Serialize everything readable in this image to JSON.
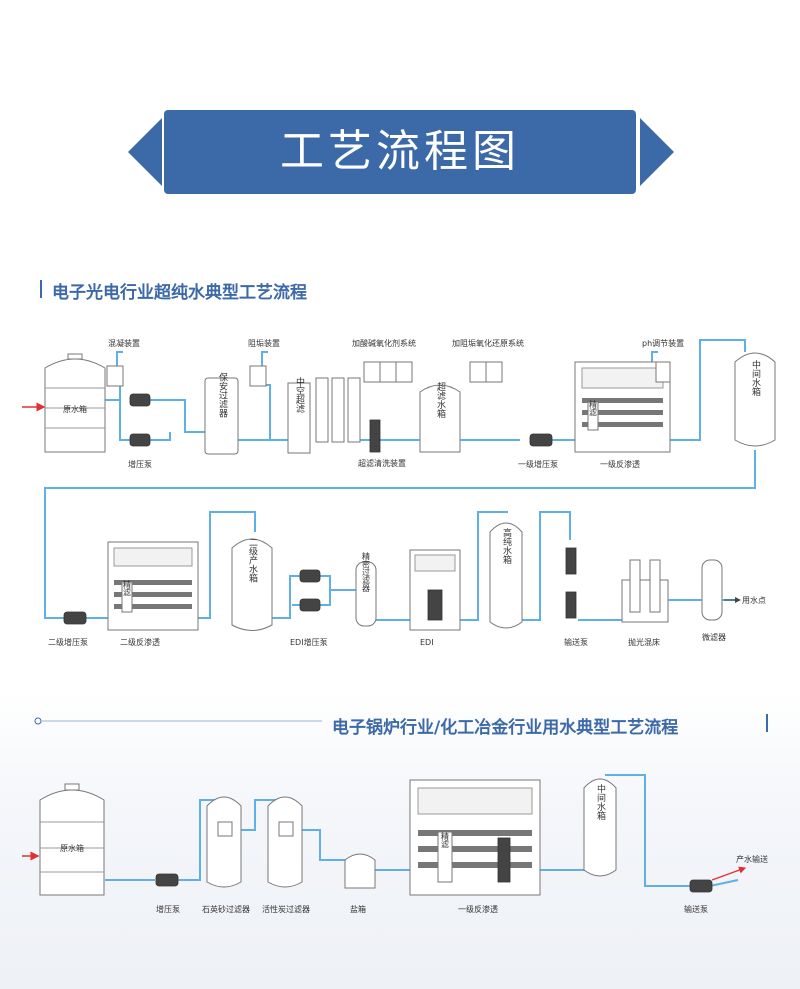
{
  "header": {
    "title": "工艺流程图"
  },
  "section1": {
    "title": "电子光电行业超纯水典型工艺流程",
    "labels": {
      "raw_tank": "原水箱",
      "coag": "混凝装置",
      "booster": "增压泵",
      "security_filter": "保安过滤器",
      "scale_device": "阻垢装置",
      "hollow_uf": "中空超滤",
      "uf_clean": "超滤清洗装置",
      "acid_alkali": "加酸碱氧化剂系统",
      "scale_reduce": "加阻垢氧化还原系统",
      "uf_tank": "超滤水箱",
      "pump1": "一级增压泵",
      "ro1": "一级反渗透",
      "ph": "ph调节装置",
      "mid_tank": "中间水箱",
      "pump2": "二级增压泵",
      "ro2": "二级反渗透",
      "ro2_tank": "二级产水箱",
      "edi_pump": "EDI增压泵",
      "precision_filter": "精密过滤器",
      "edi": "EDI",
      "pure_tank": "高纯水箱",
      "transfer_pump": "输送泵",
      "polish": "抛光混床",
      "micro": "微滤器",
      "use_point": "用水点",
      "fine": "精滤"
    }
  },
  "section2": {
    "title": "电子锅炉行业/化工冶金行业用水典型工艺流程",
    "labels": {
      "raw_tank": "原水箱",
      "booster": "增压泵",
      "sand_filter": "石英砂过滤器",
      "carbon_filter": "活性炭过滤器",
      "salt_tank": "盐箱",
      "ro1": "一级反渗透",
      "mid_tank": "中间水箱",
      "transfer_pump": "输送泵",
      "product": "产水输送",
      "fine": "精滤"
    }
  },
  "colors": {
    "accent": "#3c6aa8",
    "pipe": "#5fb0e6",
    "arrow": "#e03030"
  }
}
